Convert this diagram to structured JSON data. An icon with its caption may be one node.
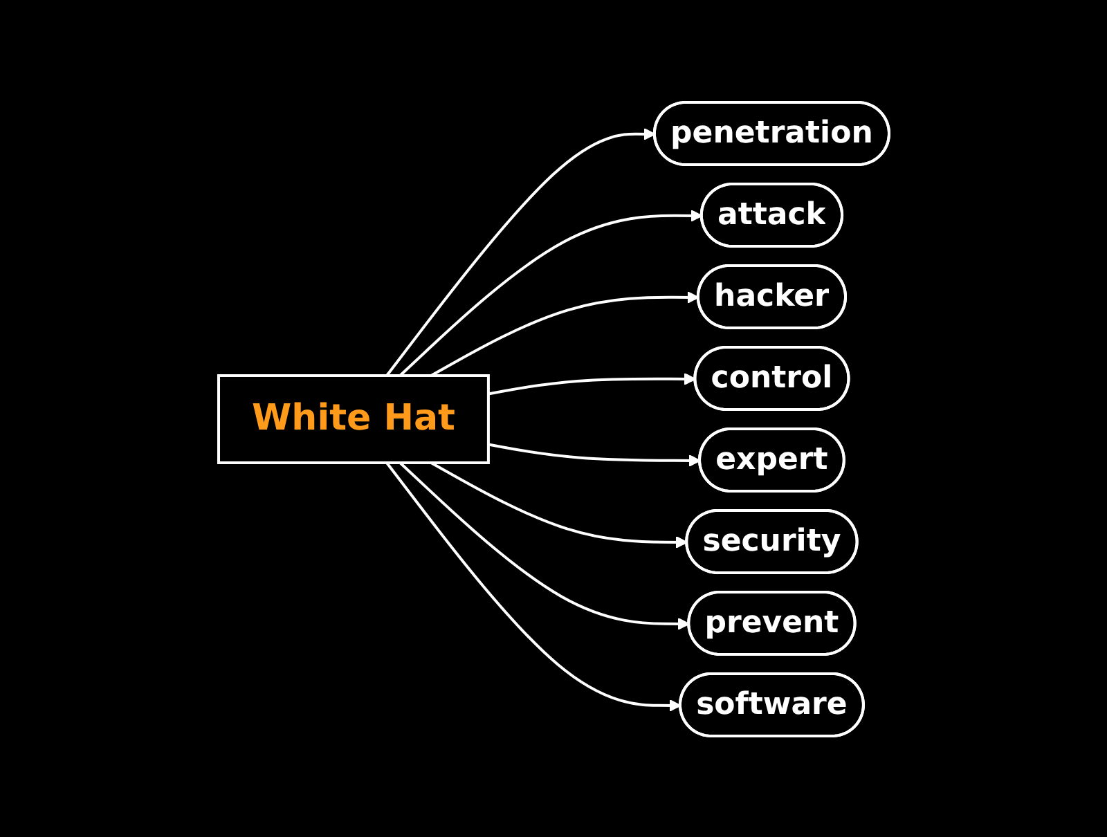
{
  "diagram": {
    "nodes": [
      {
        "text": [
          "White Hat"
        ]
      },
      {
        "text": [
          "penetration"
        ]
      },
      {
        "text": [
          "attack"
        ]
      },
      {
        "text": [
          "hacker"
        ]
      },
      {
        "text": [
          "control"
        ]
      },
      {
        "text": [
          "expert"
        ]
      },
      {
        "text": [
          "security"
        ]
      },
      {
        "text": [
          "prevent"
        ]
      },
      {
        "text": [
          "software"
        ]
      }
    ],
    "edges": [
      {
        "from": 0,
        "to": 1,
        "arrow": "to"
      },
      {
        "from": 0,
        "to": 2,
        "arrow": "to"
      },
      {
        "from": 0,
        "to": 3,
        "arrow": "to"
      },
      {
        "from": 0,
        "to": 4,
        "arrow": "to"
      },
      {
        "from": 0,
        "to": 5,
        "arrow": "to"
      },
      {
        "from": 0,
        "to": 6,
        "arrow": "to"
      },
      {
        "from": 0,
        "to": 7,
        "arrow": "to"
      },
      {
        "from": 0,
        "to": 8,
        "arrow": "to"
      }
    ]
  }
}
